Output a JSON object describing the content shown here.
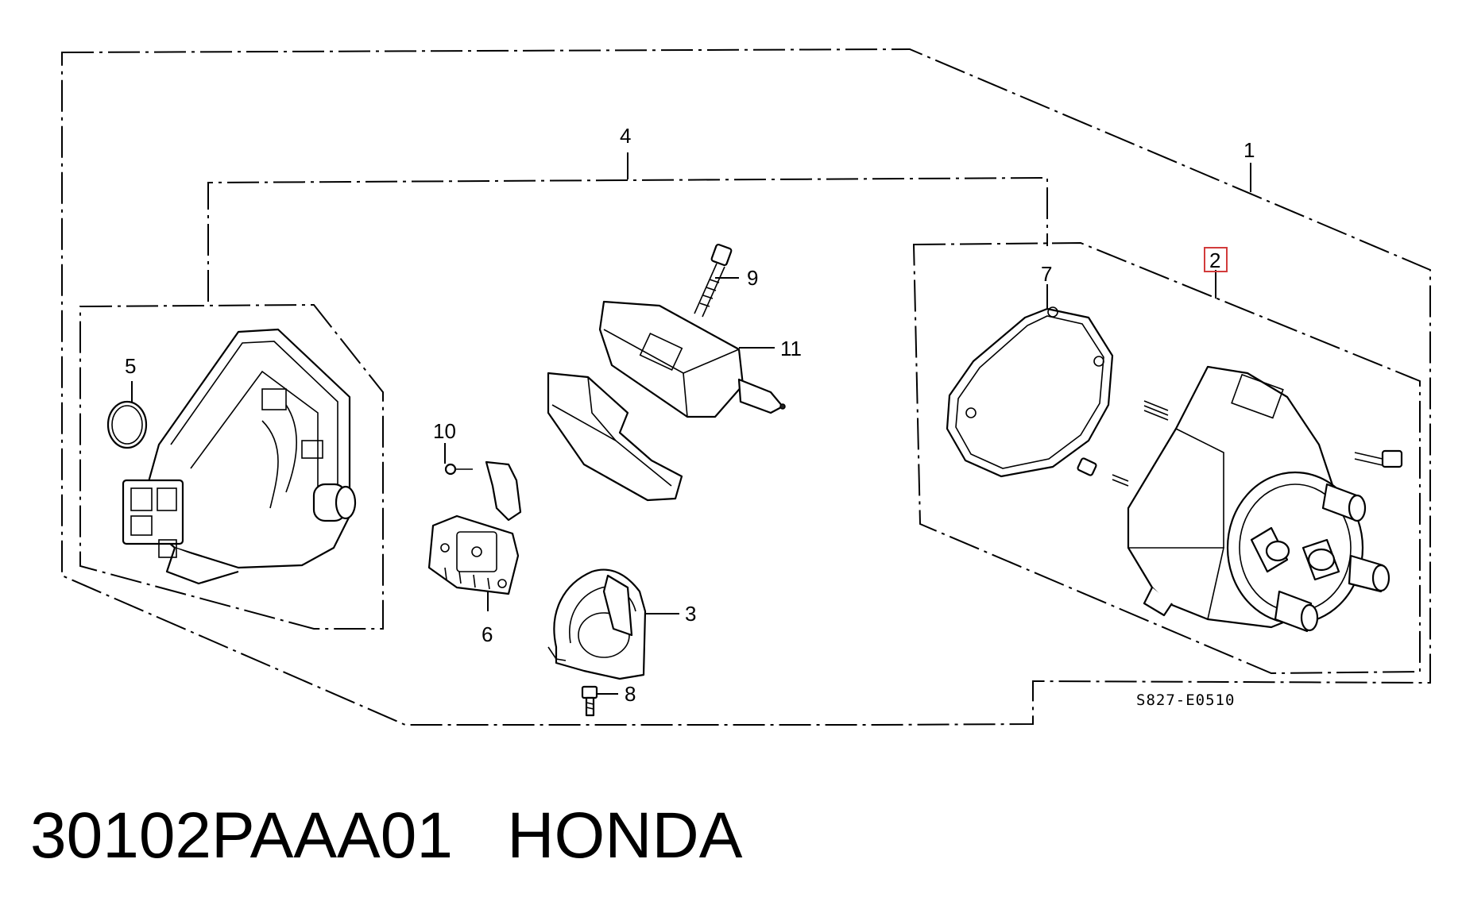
{
  "callouts": {
    "c1": "1",
    "c2": "2",
    "c3": "3",
    "c4": "4",
    "c5": "5",
    "c6": "6",
    "c7": "7",
    "c8": "8",
    "c9": "9",
    "c10": "10",
    "c11": "11"
  },
  "highlighted_callout": "2",
  "diagram_code": "S827-E0510",
  "part_title": "30102PAAA01   HONDA",
  "colors": {
    "line": "#000000",
    "highlight": "#d23b3b",
    "background": "#ffffff"
  }
}
